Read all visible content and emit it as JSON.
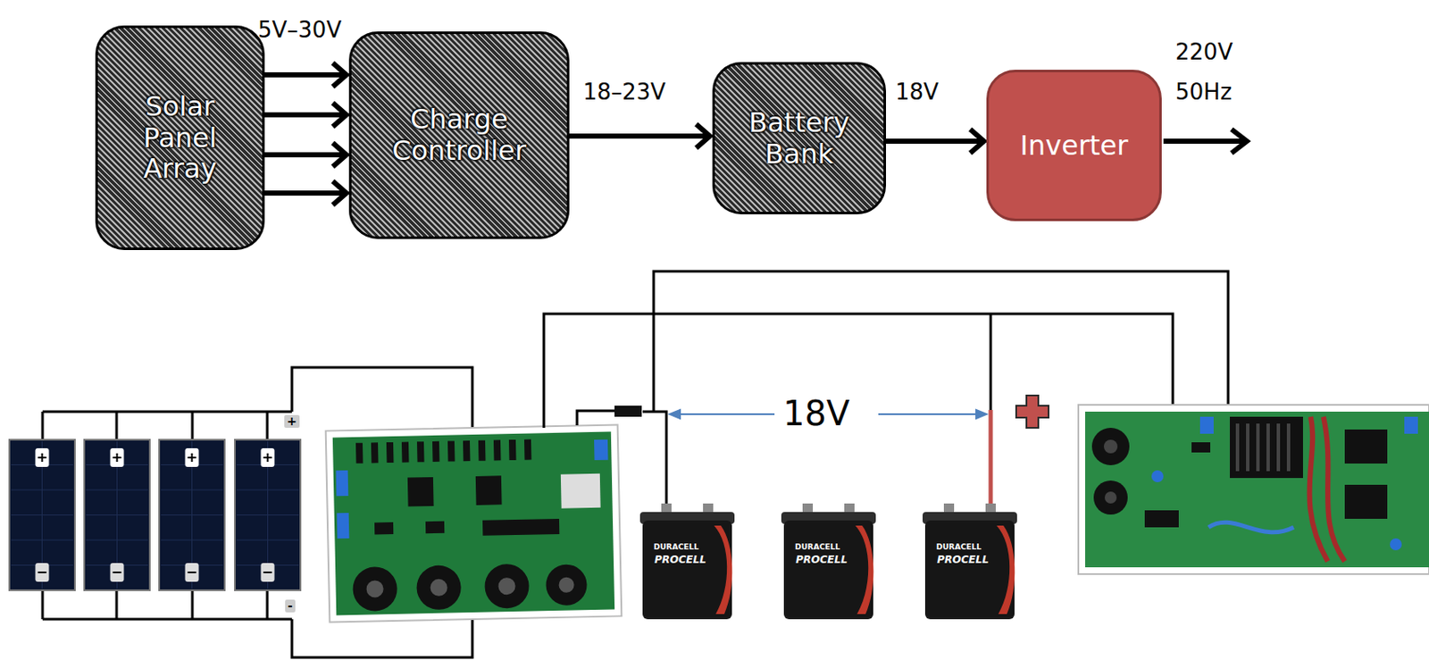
{
  "diagram": {
    "nodes": [
      {
        "text": [
          "Solar Panel Array"
        ]
      },
      {
        "text": [
          "Charge Controller"
        ]
      },
      {
        "text": [
          "Battery Bank"
        ]
      },
      {
        "text": [
          "Inverter"
        ]
      }
    ],
    "edges": [
      {
        "from": 0,
        "to": 1,
        "arrow": "to"
      },
      {
        "from": 0,
        "to": 1,
        "arrow": "to"
      },
      {
        "from": 0,
        "to": 1,
        "arrow": "to"
      },
      {
        "from": 0,
        "to": 1,
        "arrow": "to"
      },
      {
        "from": 1,
        "to": 2,
        "arrow": "to"
      },
      {
        "from": 2,
        "to": 3,
        "arrow": "to"
      }
    ],
    "labels": [
      "5V–30V",
      "18–23V",
      "18V",
      "220V",
      "50Hz",
      "+",
      "-",
      "18V",
      "DURACELL",
      "PROCELL",
      "DURACELL",
      "PROCELL",
      "DURACELL",
      "PROCELL"
    ]
  }
}
